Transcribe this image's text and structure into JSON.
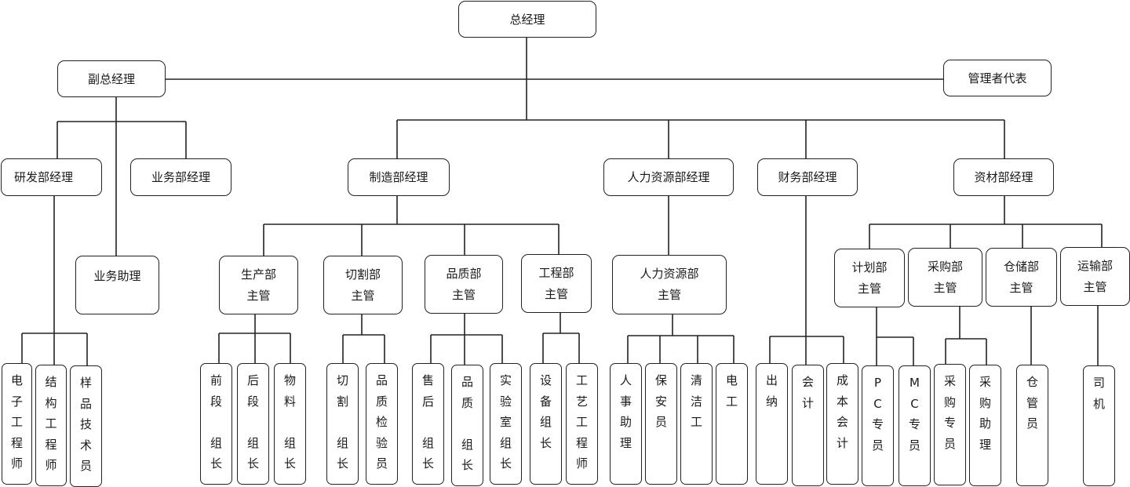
{
  "chart": {
    "root": "总经理",
    "deputy": "副总经理",
    "management_rep": "管理者代表",
    "rd_manager": "研发部经理",
    "sales_manager": "业务部经理",
    "sales_assistant": "业务助理",
    "mfg_manager": "制造部经理",
    "hr_manager": "人力资源部经理",
    "finance_manager": "财务部经理",
    "materials_manager": "资材部经理",
    "supervisors": {
      "production": [
        "生产部",
        "主管"
      ],
      "cutting": [
        "切割部",
        "主管"
      ],
      "quality": [
        "品质部",
        "主管"
      ],
      "engineering": [
        "工程部",
        "主管"
      ],
      "hr": [
        "人力资源部",
        "主管"
      ],
      "planning": [
        "计划部",
        "主管"
      ],
      "purchasing": [
        "采购部",
        "主管"
      ],
      "warehouse": [
        "仓储部",
        "主管"
      ],
      "transport": [
        "运输部",
        "主管"
      ]
    },
    "leaves": [
      {
        "id": "electronic-engineer",
        "chars": [
          "电",
          "子",
          "工",
          "程",
          "师"
        ]
      },
      {
        "id": "structural-engineer",
        "chars": [
          "结",
          "构",
          "工",
          "程",
          "师"
        ]
      },
      {
        "id": "sample-technician",
        "chars": [
          "样",
          "品",
          "技",
          "术",
          "员"
        ]
      },
      {
        "id": "front-section-leader",
        "chars": [
          "前",
          "段",
          "",
          "组",
          "长"
        ]
      },
      {
        "id": "rear-section-leader",
        "chars": [
          "后",
          "段",
          "",
          "组",
          "长"
        ]
      },
      {
        "id": "materials-leader",
        "chars": [
          "物",
          "料",
          "",
          "组",
          "长"
        ]
      },
      {
        "id": "cutting-leader",
        "chars": [
          "切",
          "割",
          "",
          "组",
          "长"
        ]
      },
      {
        "id": "quality-inspector",
        "chars": [
          "品",
          "质",
          "检",
          "验",
          "员"
        ]
      },
      {
        "id": "after-sales-leader",
        "chars": [
          "售",
          "后",
          "",
          "组",
          "长"
        ]
      },
      {
        "id": "quality-leader",
        "chars": [
          "品",
          "质",
          "",
          "组",
          "长"
        ]
      },
      {
        "id": "lab-leader",
        "chars": [
          "实",
          "验",
          "室",
          "组",
          "长"
        ]
      },
      {
        "id": "equipment-leader",
        "chars": [
          "设",
          "备",
          "组",
          "长"
        ]
      },
      {
        "id": "process-engineer",
        "chars": [
          "工",
          "艺",
          "工",
          "程",
          "师"
        ]
      },
      {
        "id": "hr-assistant",
        "chars": [
          "人",
          "事",
          "助",
          "理"
        ]
      },
      {
        "id": "security-guard",
        "chars": [
          "保",
          "安",
          "员"
        ]
      },
      {
        "id": "cleaner",
        "chars": [
          "清",
          "洁",
          "工"
        ]
      },
      {
        "id": "electrician",
        "chars": [
          "电",
          "工"
        ]
      },
      {
        "id": "cashier",
        "chars": [
          "出",
          "纳"
        ]
      },
      {
        "id": "accountant",
        "chars": [
          "会",
          "计"
        ]
      },
      {
        "id": "cost-accountant",
        "chars": [
          "成",
          "本",
          "会",
          "计"
        ]
      },
      {
        "id": "pc-specialist",
        "chars": [
          "P",
          "C",
          "专",
          "员"
        ]
      },
      {
        "id": "mc-specialist",
        "chars": [
          "M",
          "C",
          "专",
          "员"
        ]
      },
      {
        "id": "purchasing-specialist",
        "chars": [
          "采",
          "购",
          "专",
          "员"
        ]
      },
      {
        "id": "purchasing-assistant",
        "chars": [
          "采",
          "购",
          "助",
          "理"
        ]
      },
      {
        "id": "warehouse-keeper",
        "chars": [
          "仓",
          "管",
          "员"
        ]
      },
      {
        "id": "driver",
        "chars": [
          "司",
          "机"
        ]
      }
    ]
  }
}
